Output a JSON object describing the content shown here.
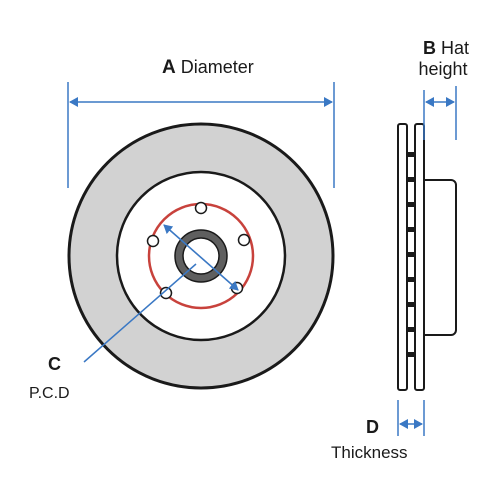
{
  "labels": {
    "diameter_letter": "A",
    "diameter_text": "Diameter",
    "hat_letter": "B",
    "hat_text_1": "Hat",
    "hat_text_2": "height",
    "pcd_letter": "C",
    "pcd_text": "P.C.D",
    "thickness_letter": "D",
    "thickness_text": "Thickness"
  },
  "colors": {
    "dimension_line": "#3a78c4",
    "disc_face": "#d2d2d2",
    "outline": "#1a1a1a",
    "pcd_circle": "#c8423c",
    "hub_ring": "#5f5f5f"
  }
}
